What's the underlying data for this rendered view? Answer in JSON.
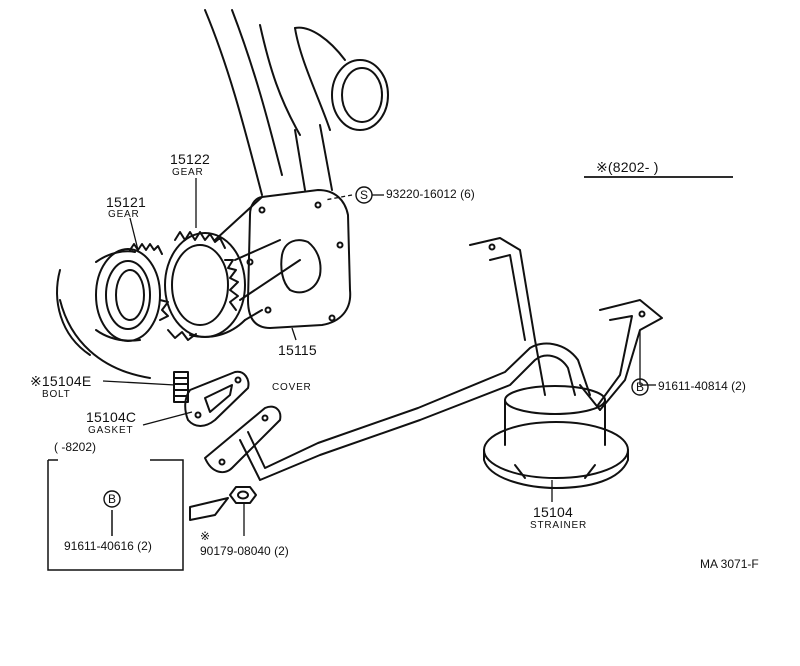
{
  "figure": {
    "code": "MA 3071-F",
    "header_note": "※(8202-        )"
  },
  "callouts": [
    {
      "id": "15122",
      "number": "15122",
      "name": "GEAR"
    },
    {
      "id": "15121",
      "number": "15121",
      "name": "GEAR"
    },
    {
      "id": "15115",
      "number": "15115",
      "name": "COVER"
    },
    {
      "id": "15104E",
      "number": "※15104E",
      "name": "BOLT"
    },
    {
      "id": "15104C",
      "number": "15104C",
      "name": "GASKET"
    },
    {
      "id": "15104",
      "number": "15104",
      "name": "STRAINER"
    }
  ],
  "fasteners": [
    {
      "id": "screw",
      "symbol": "S",
      "part": "93220-16012 (6)"
    },
    {
      "id": "bolt-b-right",
      "symbol": "B",
      "part": "91611-40814 (2)"
    },
    {
      "id": "nut",
      "symbol": "※",
      "part": "90179-08040 (2)"
    }
  ],
  "inset": {
    "range": "(      -8202)",
    "symbol": "B",
    "part": "91611-40616 (2)"
  }
}
